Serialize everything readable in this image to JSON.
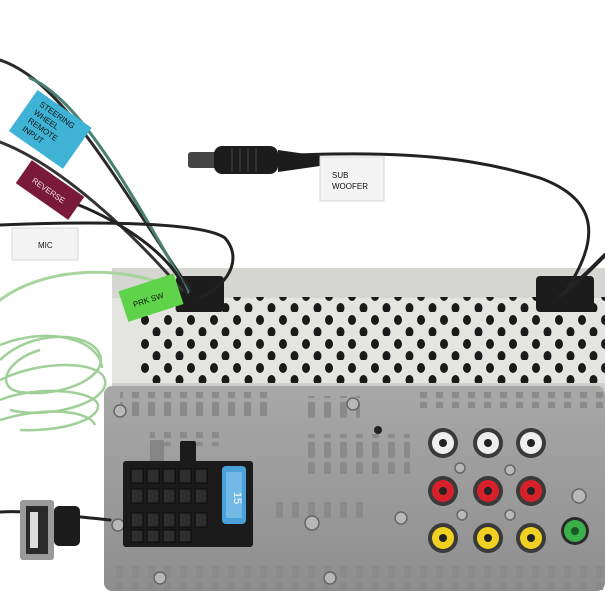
{
  "labels": {
    "steering": [
      "STEERING",
      "WHEEL",
      "REMOTE",
      "INPUT"
    ],
    "reverse": "REVERSE",
    "mic": "MIC",
    "prk_sw": "PRK SW",
    "sub_woofer": [
      "SUB",
      "WOOFER"
    ],
    "fuse": "15"
  },
  "colors": {
    "steering_tag": "#3fb3d6",
    "reverse_tag": "#7a1a3a",
    "prk_tag": "#5fd44a",
    "mic_tag": "#f4f4f4",
    "sub_tag": "#f4f4f4",
    "chassis": "#9c9c9c",
    "top_panel": "#e4e4e0",
    "rca_red": "#d8202a",
    "rca_yellow": "#f0d020",
    "rca_white": "#eeeeee",
    "antenna_green": "#3ab04a",
    "fuse_blue": "#4aa0d8"
  }
}
